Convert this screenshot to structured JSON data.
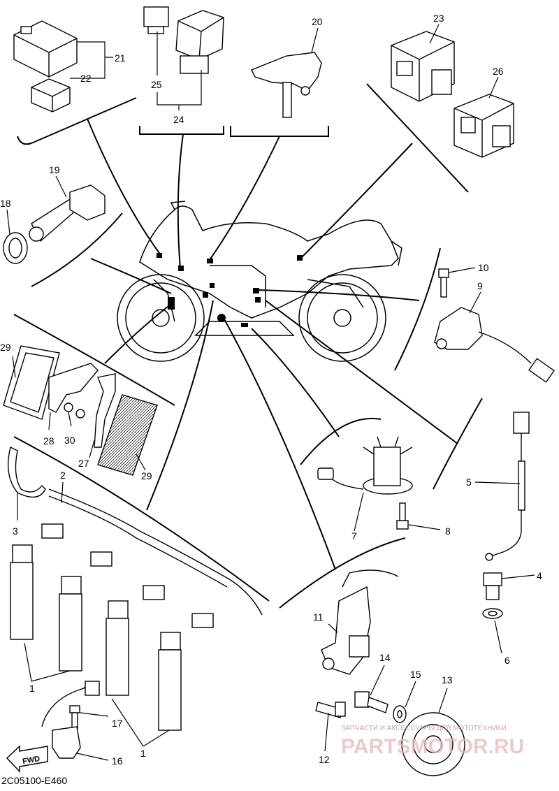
{
  "diagram_code": "2C05100-E460",
  "forward_label": "FWD",
  "watermark": {
    "line1": "ЗАПЧАСТИ И АКСЕССУАРЫ ДЛЯ МОТОТЕХНИКИ",
    "line2": "PARTSMOTOR.RU"
  },
  "callouts": [
    "1",
    "2",
    "3",
    "4",
    "5",
    "6",
    "7",
    "8",
    "9",
    "10",
    "11",
    "12",
    "13",
    "14",
    "15",
    "16",
    "17",
    "18",
    "19",
    "20",
    "21",
    "22",
    "23",
    "24",
    "25",
    "26",
    "27",
    "28",
    "29",
    "30"
  ]
}
